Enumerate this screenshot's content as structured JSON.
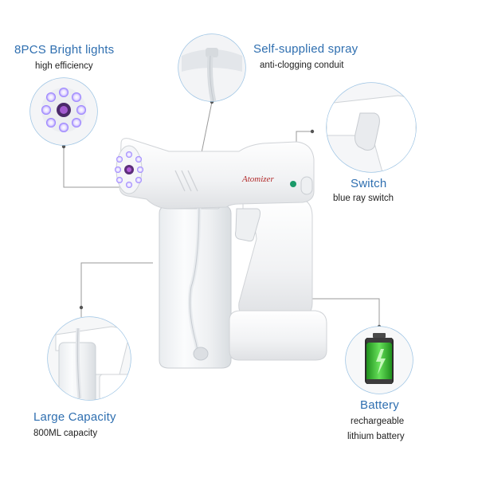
{
  "features": {
    "lights": {
      "title": "8PCS Bright lights",
      "sub": "high efficiency"
    },
    "spray": {
      "title": "Self-supplied spray",
      "sub": "anti-clogging conduit"
    },
    "switch": {
      "title": "Switch",
      "sub": "blue ray switch"
    },
    "capacity": {
      "title": "Large Capacity",
      "sub": "800ML capacity"
    },
    "battery": {
      "title": "Battery",
      "sub1": "rechargeable",
      "sub2": "lithium battery"
    }
  },
  "product": {
    "brand": "Atomizer"
  },
  "colors": {
    "title_blue": "#2f6fb0",
    "ring": "#9dc4e4",
    "led_purple": "#6a48e8",
    "battery_green": "#3ec23b",
    "leader": "#9a9a9a"
  }
}
